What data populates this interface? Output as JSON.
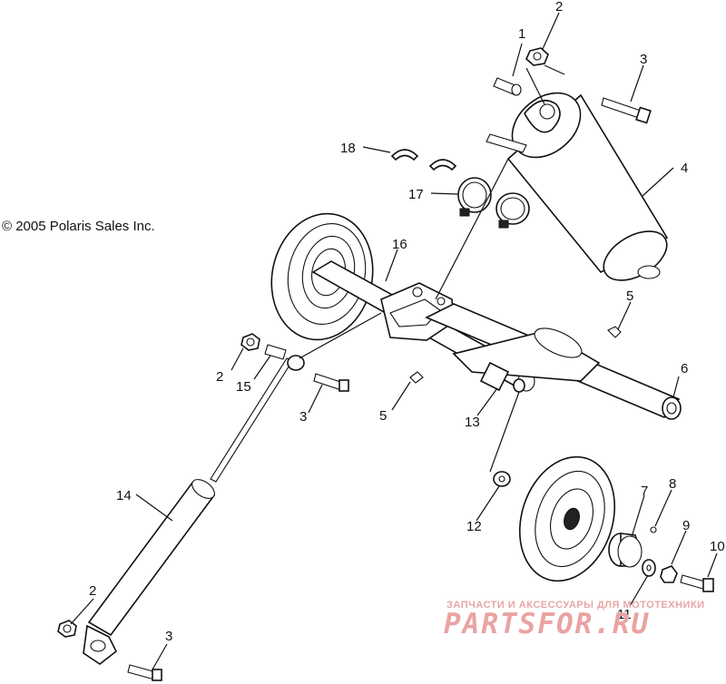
{
  "copyright": "© 2005 Polaris Sales Inc.",
  "watermark": {
    "tagline": "ЗАПЧАСТИ И АКСЕССУАРЫ ДЛЯ МОТОТЕХНИКИ",
    "logo": "PARTSFOR.RU"
  },
  "callouts": {
    "c1": "1",
    "c2a": "2",
    "c2b": "2",
    "c2c": "2",
    "c3a": "3",
    "c3b": "3",
    "c3c": "3",
    "c4": "4",
    "c5a": "5",
    "c5b": "5",
    "c6": "6",
    "c7": "7",
    "c8": "8",
    "c9": "9",
    "c10": "10",
    "c11": "11",
    "c12": "12",
    "c13": "13",
    "c14": "14",
    "c15": "15",
    "c16": "16",
    "c17": "17",
    "c18": "18"
  },
  "colors": {
    "line": "#111111",
    "watermark": "#eaa3a3"
  }
}
